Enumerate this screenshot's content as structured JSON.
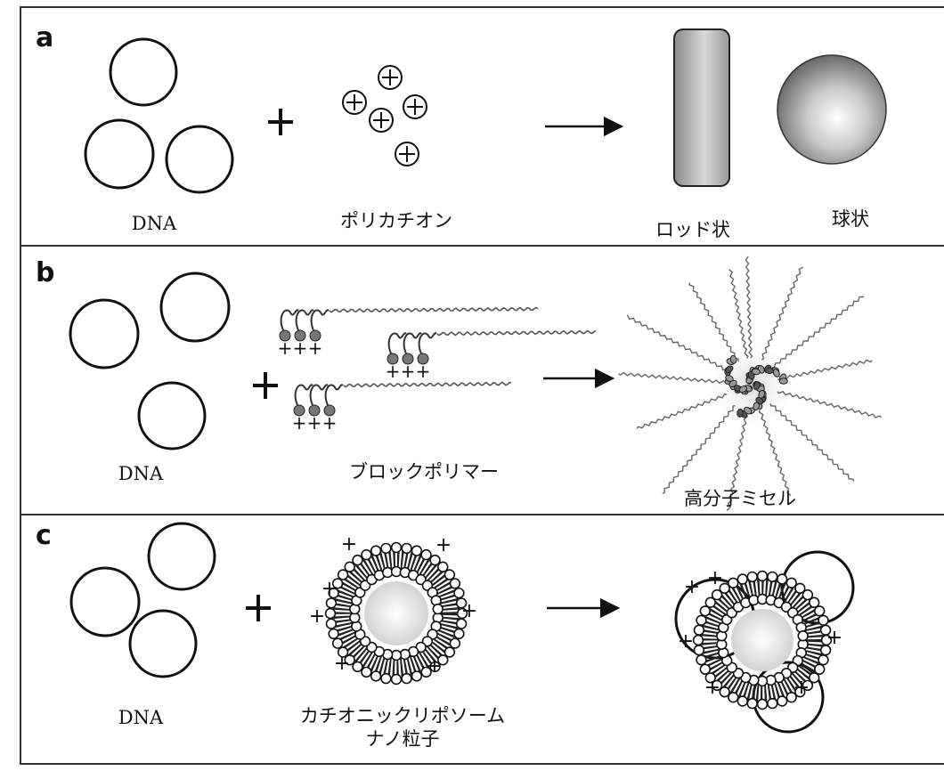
{
  "panels": [
    {
      "letter": "a",
      "labels": {
        "dna": "DNA",
        "reagent": "ポリカチオン",
        "product_1": "ロッド状",
        "product_2": "球状"
      }
    },
    {
      "letter": "b",
      "labels": {
        "dna": "DNA",
        "reagent": "ブロックポリマー",
        "product": "高分子ミセル"
      }
    },
    {
      "letter": "c",
      "labels": {
        "dna": "DNA",
        "reagent_line1": "カチオニックリポソーム",
        "reagent_line2": "ナノ粒子"
      }
    }
  ],
  "symbols": {
    "plus": "+",
    "charge": "+"
  },
  "colors": {
    "ink": "#111111",
    "panel_border": "#333333",
    "shade_dark": "#6e6e6e",
    "shade_light": "#f4f4f4"
  }
}
